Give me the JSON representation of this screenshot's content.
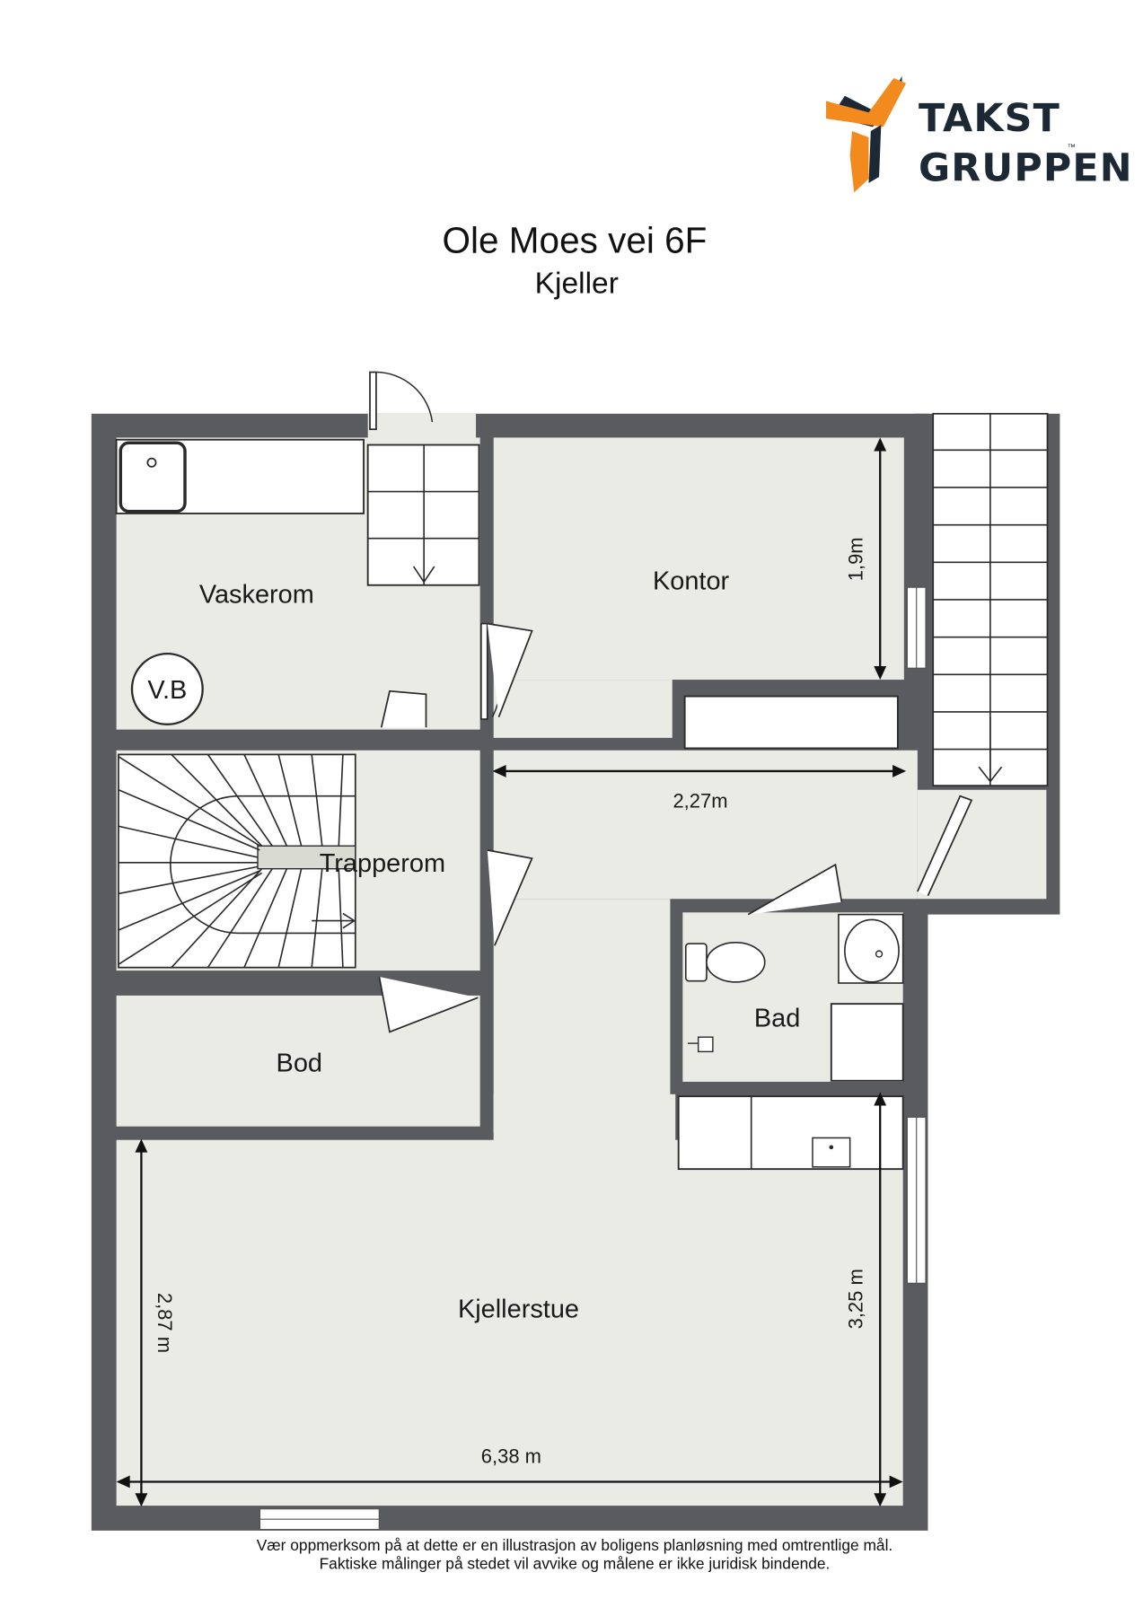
{
  "logo": {
    "line1": "TAKST",
    "line2": "GRUPPEN",
    "trademark": "™",
    "colors": {
      "orange": "#f28a1e",
      "navy": "#1c2833"
    }
  },
  "title": {
    "address": "Ole Moes vei 6F",
    "floor": "Kjeller"
  },
  "rooms": {
    "vaskerom": "Vaskerom",
    "kontor": "Kontor",
    "trapperom": "Trapperom",
    "bod": "Bod",
    "bad": "Bad",
    "kjellerstue": "Kjellerstue"
  },
  "symbols": {
    "vb": "V.B"
  },
  "dimensions": {
    "kontor_height": "1,9m",
    "corridor_width": "2,27m",
    "stue_left": "2,87 m",
    "stue_right": "3,25 m",
    "stue_width": "6,38 m"
  },
  "disclaimer": {
    "line1": "Vær oppmerksom på at dette er en illustrasjon av boligens planløsning med omtrentlige mål.",
    "line2": "Faktiske målinger på stedet vil avvike og målene er ikke juridisk bindende."
  },
  "colors": {
    "wall": "#5a5b5e",
    "floor": "#e9ebe4"
  }
}
